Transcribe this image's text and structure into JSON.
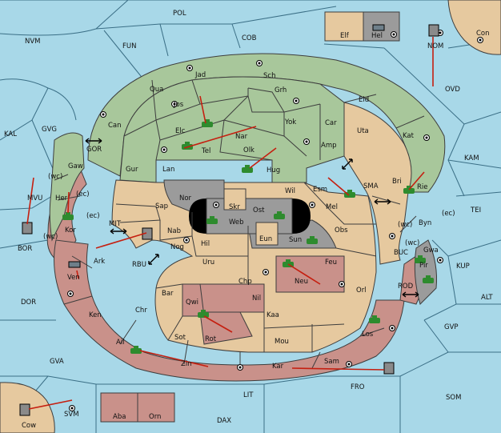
{
  "map": {
    "seas": [
      "POL",
      "NVM",
      "FUN",
      "COB",
      "KAL",
      "GVG",
      "OVD",
      "KAM",
      "TEI",
      "MVU",
      "BOR",
      "DOR",
      "GVA",
      "SVM",
      "LIT",
      "DAX",
      "SOM",
      "ALT",
      "GVP",
      "KUP",
      "FRO",
      "Con",
      "NOM"
    ],
    "coasts": [
      "(wc)",
      "(ec)",
      "(wc)",
      "(ec)",
      "(wc)",
      "(ec)",
      "(wc)"
    ],
    "straits": [
      "GOR",
      "MIT",
      "RBU",
      "SMA",
      "BUC",
      "ROD"
    ],
    "provinces": {
      "green": [
        "Jad",
        "Sch",
        "Qua",
        "Jos",
        "Grh",
        "Eld",
        "Can",
        "Elc",
        "Yok",
        "Car",
        "Nar",
        "Tel",
        "Olk",
        "Amp",
        "Gur",
        "Lan",
        "Hug",
        "Kat",
        "Gaw",
        "Her",
        "Kor",
        "Rie"
      ],
      "tan": [
        "Uta",
        "Wil",
        "Esm",
        "Sap",
        "Nor",
        "Skr",
        "Ost",
        "Web",
        "Mel",
        "Bri",
        "Byn",
        "Nab",
        "Eun",
        "Obs",
        "Hil",
        "Nog",
        "Uru",
        "Feu",
        "Chp",
        "Qwi",
        "Bar",
        "Orl",
        "Kaa",
        "Sot",
        "Rot",
        "Mou",
        "Elf",
        "Aba",
        "Orn"
      ],
      "red": [
        "Ark",
        "Ven",
        "Ken",
        "Chr",
        "Ail",
        "Zin",
        "Kar",
        "Sam",
        "Los",
        "Neu",
        "Nil",
        "Gwa"
      ],
      "grey": [
        "Hel",
        "Sun",
        "Pir"
      ]
    }
  },
  "colors": {
    "sea": "#a8d8e8",
    "green": "#a8c79b",
    "tan": "#e6c99f",
    "red": "#c9918a",
    "grey": "#9b9b9b",
    "arrow": "#c51f10"
  }
}
